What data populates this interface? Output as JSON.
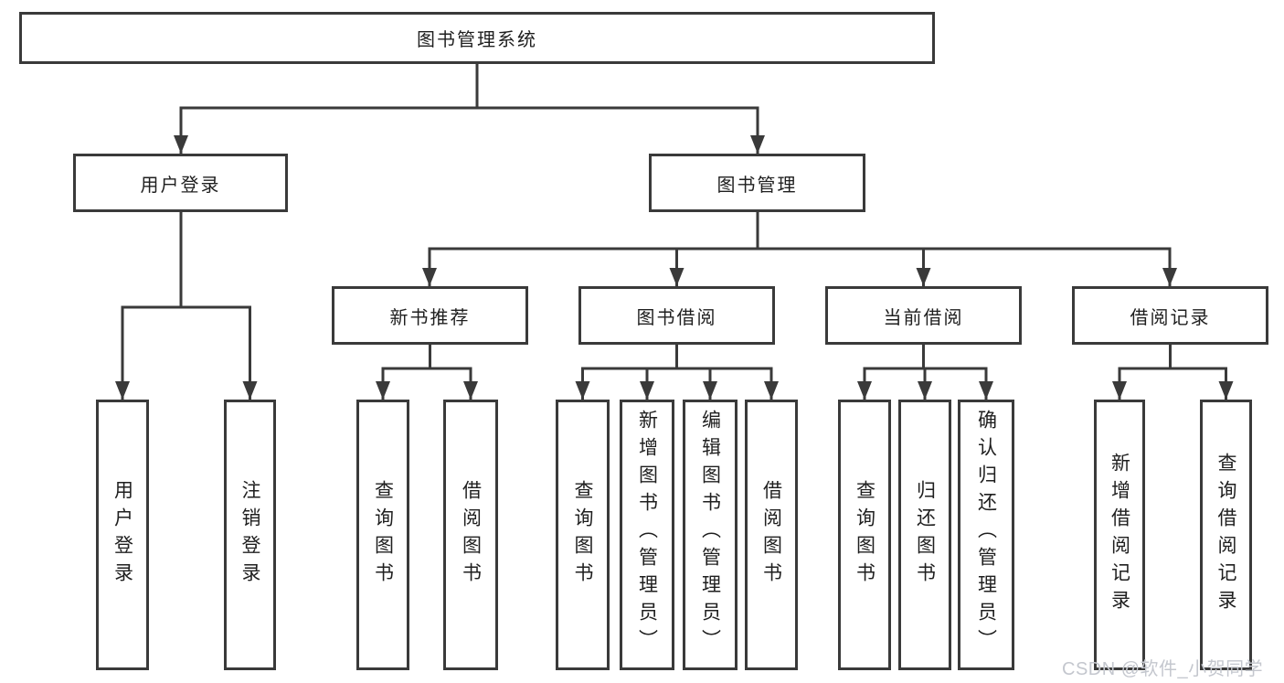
{
  "tree": {
    "root": "图书管理系统",
    "level2": [
      "用户登录",
      "图书管理"
    ],
    "level3": [
      "新书推荐",
      "图书借阅",
      "当前借阅",
      "借阅记录"
    ],
    "leaves": {
      "user": [
        "用户登录",
        "注销登录"
      ],
      "newbook": [
        "查询图书",
        "借阅图书"
      ],
      "borrow": [
        "查询图书",
        "新增图书（管理员）",
        "编辑图书（管理员）",
        "借阅图书"
      ],
      "current": [
        "查询图书",
        "归还图书",
        "确认归还（管理员）"
      ],
      "records": [
        "新增借阅记录",
        "查询借阅记录"
      ]
    }
  },
  "watermark": "CSDN @软件_小贺同学",
  "colors": {
    "line": "#3a3a3a",
    "text": "#1f1f1f",
    "watermark": "#c4c7ce",
    "background": "#ffffff"
  }
}
